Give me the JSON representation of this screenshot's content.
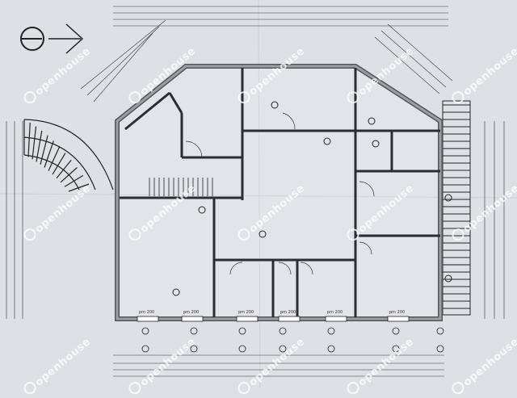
{
  "drawing": {
    "type": "architectural floor plan",
    "window_labels": [
      "pm 200",
      "pm 200",
      "pm 200",
      "pm 200",
      "pm 200",
      "pm 200"
    ],
    "colors": {
      "paper": "#dde1e6",
      "line": "#2a2d33",
      "wall_fill": "#9a9ea5"
    }
  },
  "watermark": {
    "text": "openhouse"
  }
}
